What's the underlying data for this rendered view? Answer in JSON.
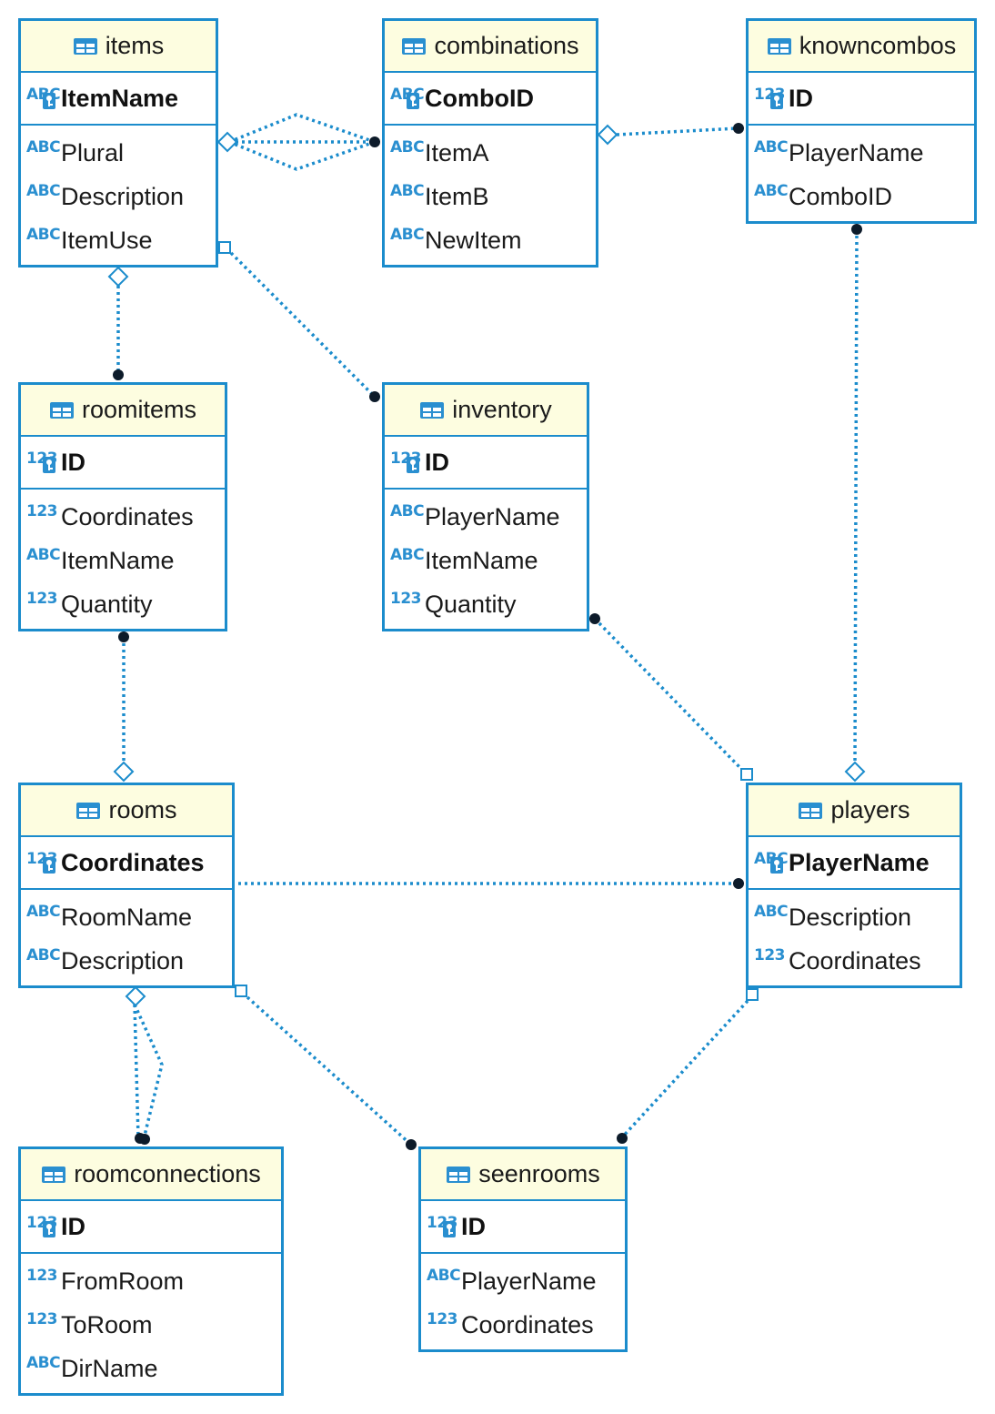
{
  "colors": {
    "border": "#1b8ccc",
    "header_bg": "#fdfde0",
    "link": "#1b8ccc",
    "type_text": "#2a8fd0"
  },
  "entities": {
    "items": {
      "name": "items",
      "pk": {
        "type": "ABC",
        "name": "ItemName"
      },
      "columns": [
        {
          "type": "ABC",
          "name": "Plural"
        },
        {
          "type": "ABC",
          "name": "Description"
        },
        {
          "type": "ABC",
          "name": "ItemUse"
        }
      ]
    },
    "combinations": {
      "name": "combinations",
      "pk": {
        "type": "ABC",
        "name": "ComboID"
      },
      "columns": [
        {
          "type": "ABC",
          "name": "ItemA"
        },
        {
          "type": "ABC",
          "name": "ItemB"
        },
        {
          "type": "ABC",
          "name": "NewItem"
        }
      ]
    },
    "knowncombos": {
      "name": "knowncombos",
      "pk": {
        "type": "123",
        "name": "ID"
      },
      "columns": [
        {
          "type": "ABC",
          "name": "PlayerName"
        },
        {
          "type": "ABC",
          "name": "ComboID"
        }
      ]
    },
    "roomitems": {
      "name": "roomitems",
      "pk": {
        "type": "123",
        "name": "ID"
      },
      "columns": [
        {
          "type": "123",
          "name": "Coordinates"
        },
        {
          "type": "ABC",
          "name": "ItemName"
        },
        {
          "type": "123",
          "name": "Quantity"
        }
      ]
    },
    "inventory": {
      "name": "inventory",
      "pk": {
        "type": "123",
        "name": "ID"
      },
      "columns": [
        {
          "type": "ABC",
          "name": "PlayerName"
        },
        {
          "type": "ABC",
          "name": "ItemName"
        },
        {
          "type": "123",
          "name": "Quantity"
        }
      ]
    },
    "rooms": {
      "name": "rooms",
      "pk": {
        "type": "123",
        "name": "Coordinates"
      },
      "columns": [
        {
          "type": "ABC",
          "name": "RoomName"
        },
        {
          "type": "ABC",
          "name": "Description"
        }
      ]
    },
    "players": {
      "name": "players",
      "pk": {
        "type": "ABC",
        "name": "PlayerName"
      },
      "columns": [
        {
          "type": "ABC",
          "name": "Description"
        },
        {
          "type": "123",
          "name": "Coordinates"
        }
      ]
    },
    "roomconnections": {
      "name": "roomconnections",
      "pk": {
        "type": "123",
        "name": "ID"
      },
      "columns": [
        {
          "type": "123",
          "name": "FromRoom"
        },
        {
          "type": "123",
          "name": "ToRoom"
        },
        {
          "type": "ABC",
          "name": "DirName"
        }
      ]
    },
    "seenrooms": {
      "name": "seenrooms",
      "pk": {
        "type": "123",
        "name": "ID"
      },
      "columns": [
        {
          "type": "ABC",
          "name": "PlayerName"
        },
        {
          "type": "123",
          "name": "Coordinates"
        }
      ]
    }
  }
}
